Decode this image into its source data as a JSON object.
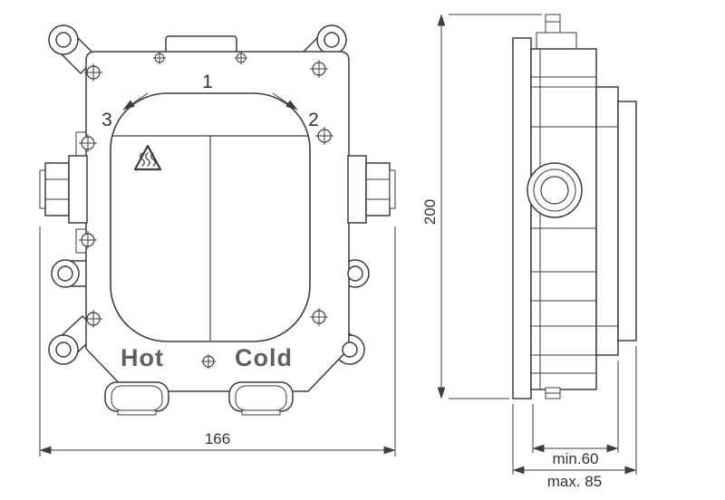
{
  "front_view": {
    "step_labels": {
      "step1": "1",
      "step2": "2",
      "step3": "3"
    },
    "engravings": {
      "hot": "Hot",
      "cold": "Cold"
    },
    "warning_icon": "hot-surface-warning-triangle"
  },
  "dimensions": {
    "width_mm": "166",
    "height_mm": "200",
    "depth_min": "min.60",
    "depth_max": "max. 85"
  },
  "colors": {
    "line": "#3d3d3d",
    "text": "#333333",
    "engraving": "#606060",
    "background": "#ffffff"
  }
}
